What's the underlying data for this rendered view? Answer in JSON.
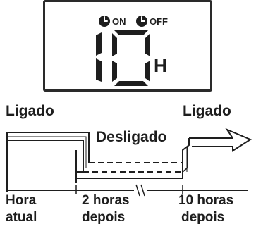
{
  "display": {
    "on_label": "ON",
    "off_label": "OFF",
    "digits": "10",
    "unit": "H"
  },
  "states": {
    "on_left": "Ligado",
    "off": "Desligado",
    "on_right": "Ligado"
  },
  "times": {
    "now_line1": "Hora",
    "now_line2": "atual",
    "two_hours_line1": "2 horas",
    "two_hours_line2": "depois",
    "ten_hours_line1": "10 horas",
    "ten_hours_line2": "depois"
  },
  "icons": [
    "clock-on-icon",
    "clock-off-icon"
  ],
  "colors": {
    "ink": "#1e1e1e",
    "background": "#ffffff"
  }
}
